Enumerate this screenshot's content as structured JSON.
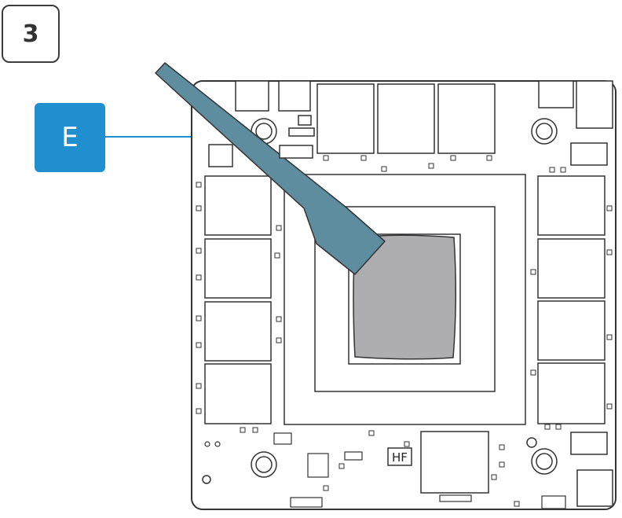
{
  "step": {
    "number": "3"
  },
  "callout": {
    "letter": "E"
  },
  "board": {
    "silkscreen_label": "HF"
  },
  "colors": {
    "callout_blue": "#1f8fd0",
    "spatula": "#5f8da0",
    "thermal_paste": "#aeadb0",
    "outline": "#333333"
  }
}
